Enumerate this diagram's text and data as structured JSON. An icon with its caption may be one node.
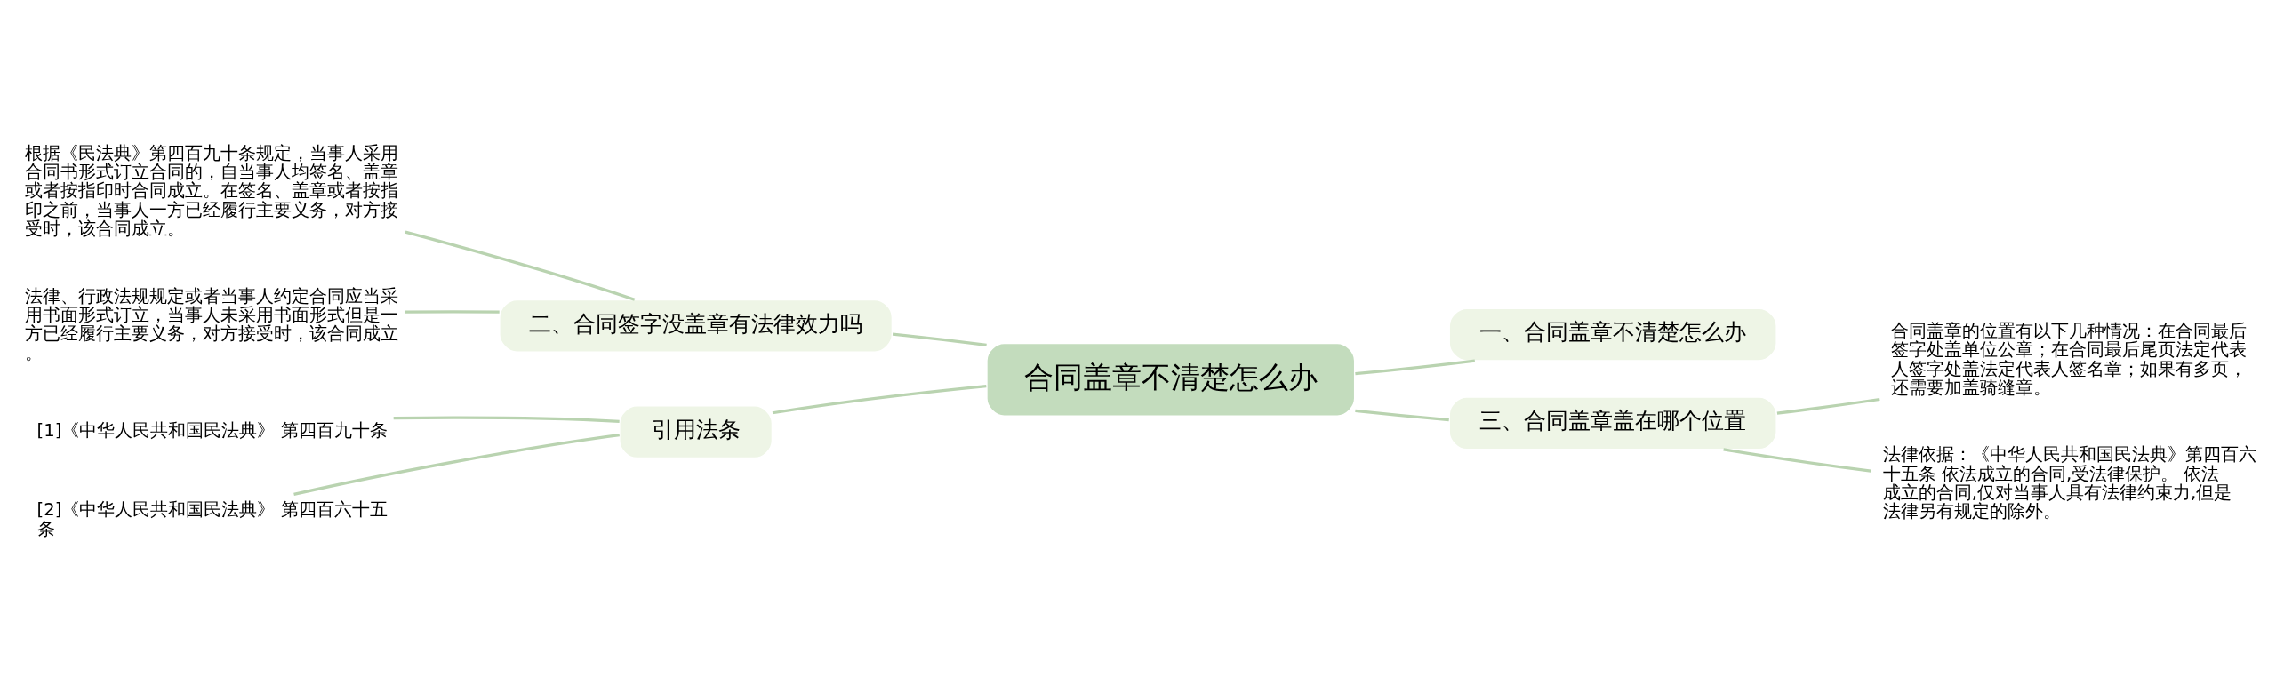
{
  "diagram": {
    "nodes": [
      {
        "text": [
          "合同盖章不清楚怎么办"
        ]
      },
      {
        "text": [
          "二、合同签字没盖章有法律效力吗"
        ]
      },
      {
        "text": [
          "根据《民法典》第四百九十条规定，当事人采用合同书形式订立合同的，自当事人均签名、盖章或者按指印时合同成立。在签名、盖章或者按指印之前，当事人一方已经履行主要义务，对方接受时，该合同成立。"
        ]
      },
      {
        "text": [
          "法律、行政法规规定或者当事人约定合同应当采用书面形式订立，当事人未采用书面形式但是一方已经履行主要义务，对方接受时，该合同成立。"
        ]
      },
      {
        "text": [
          "引用法条"
        ]
      },
      {
        "text": [
          "[1]《中华人民共和国民法典》 第四百九十条"
        ]
      },
      {
        "text": [
          "[2]《中华人民共和国民法典》 第四百六十五条"
        ]
      },
      {
        "text": [
          "一、合同盖章不清楚怎么办"
        ]
      },
      {
        "text": [
          "三、合同盖章盖在哪个位置"
        ]
      },
      {
        "text": [
          "合同盖章的位置有以下几种情况：在合同最后签字处盖单位公章；在合同最后尾页法定代表人签字处盖法定代表人签名章；如果有多页，还需要加盖骑缝章。"
        ]
      },
      {
        "text": [
          "法律依据：《中华人民共和国民法典》第四百六十五条 依法成立的合同,受法律保护。 依法成立的合同,仅对当事人具有法律约束力,但是法律另有规定的除外。"
        ]
      }
    ],
    "edges": [
      {
        "from": 0,
        "to": 1,
        "arrow": "none"
      },
      {
        "from": 1,
        "to": 2,
        "arrow": "none"
      },
      {
        "from": 1,
        "to": 3,
        "arrow": "none"
      },
      {
        "from": 0,
        "to": 4,
        "arrow": "none"
      },
      {
        "from": 4,
        "to": 5,
        "arrow": "none"
      },
      {
        "from": 4,
        "to": 6,
        "arrow": "none"
      },
      {
        "from": 0,
        "to": 7,
        "arrow": "none"
      },
      {
        "from": 0,
        "to": 8,
        "arrow": "none"
      },
      {
        "from": 8,
        "to": 9,
        "arrow": "none"
      },
      {
        "from": 8,
        "to": 10,
        "arrow": "none"
      }
    ]
  }
}
